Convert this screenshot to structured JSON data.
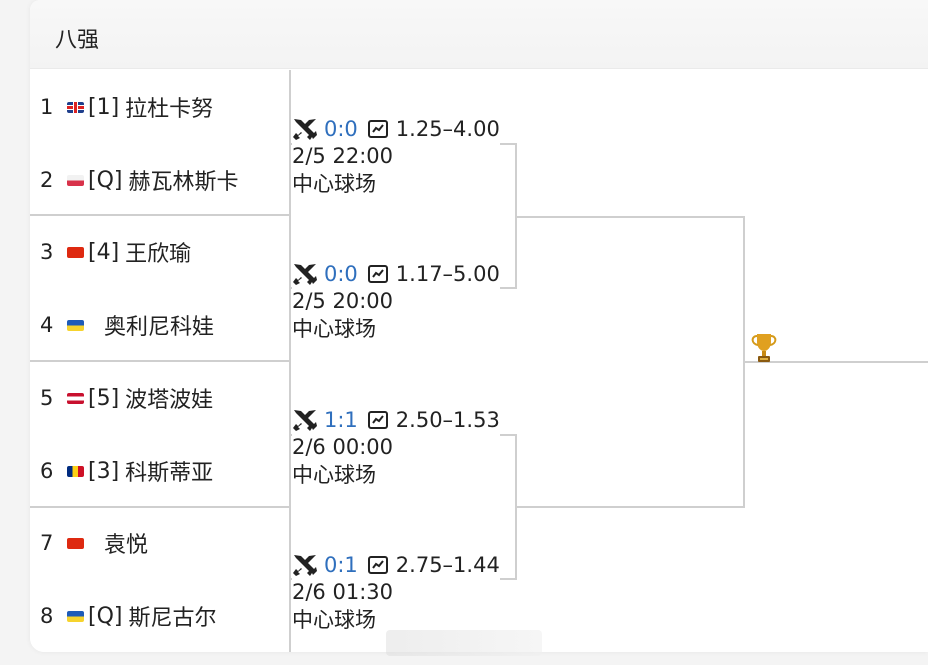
{
  "header": {
    "title": "八强"
  },
  "players": [
    {
      "num": "1",
      "flag": "gb",
      "seed": "[1]",
      "name": "拉杜卡努"
    },
    {
      "num": "2",
      "flag": "pl",
      "seed": "[Q]",
      "name": "赫瓦林斯卡"
    },
    {
      "num": "3",
      "flag": "cn",
      "seed": "[4]",
      "name": "王欣瑜"
    },
    {
      "num": "4",
      "flag": "ua",
      "seed": "",
      "name": "奥利尼科娃"
    },
    {
      "num": "5",
      "flag": "at",
      "seed": "[5]",
      "name": "波塔波娃"
    },
    {
      "num": "6",
      "flag": "ro",
      "seed": "[3]",
      "name": "科斯蒂亚"
    },
    {
      "num": "7",
      "flag": "cn",
      "seed": "",
      "name": "袁悦"
    },
    {
      "num": "8",
      "flag": "ua",
      "seed": "[Q]",
      "name": "斯尼古尔"
    }
  ],
  "matches": [
    {
      "score": "0:0",
      "odds": "1.25–4.00",
      "date": "2/5 22:00",
      "venue": "中心球场"
    },
    {
      "score": "0:0",
      "odds": "1.17–5.00",
      "date": "2/5 20:00",
      "venue": "中心球场"
    },
    {
      "score": "1:1",
      "odds": "2.50–1.53",
      "date": "2/6 00:00",
      "venue": "中心球场"
    },
    {
      "score": "0:1",
      "odds": "2.75–1.44",
      "date": "2/6 01:30",
      "venue": "中心球场"
    }
  ],
  "icons": {
    "match": "crossed-swords-icon",
    "odds": "chart-line-icon",
    "champion": "trophy-icon"
  },
  "colors": {
    "score": "#2f6fbd",
    "line": "#cfcfcf"
  }
}
